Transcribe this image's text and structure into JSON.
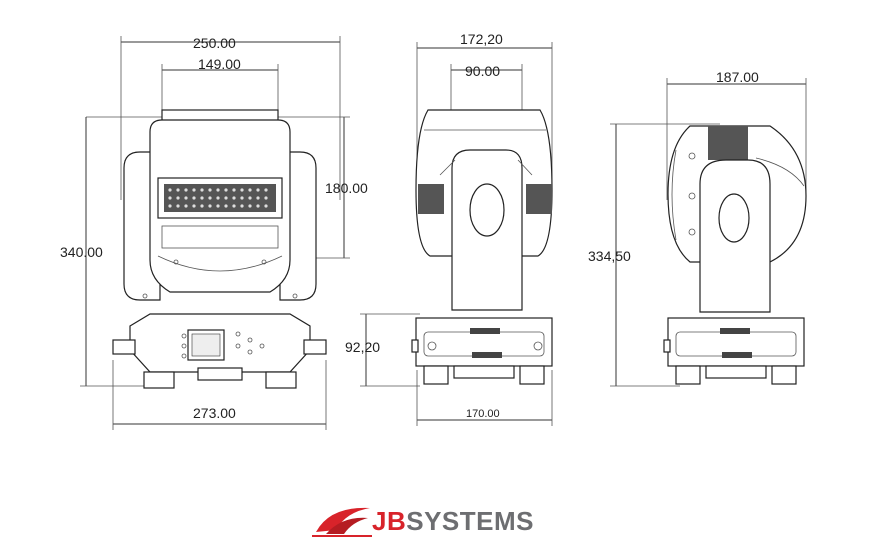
{
  "dimensions": {
    "front_width": "250.00",
    "front_head_width": "149.00",
    "front_head_height": "180.00",
    "front_total_height": "340.00",
    "front_base_width": "273.00",
    "side_width": "172,20",
    "side_yoke_width": "90.00",
    "side_base_height": "92,20",
    "side_base_width": "170.00",
    "profile_width": "187.00",
    "profile_height": "334,50"
  },
  "brand": {
    "jb": "JB",
    "systems": "SYSTEMS",
    "logo_color": "#d8232a",
    "text_color": "#6d6e71"
  }
}
